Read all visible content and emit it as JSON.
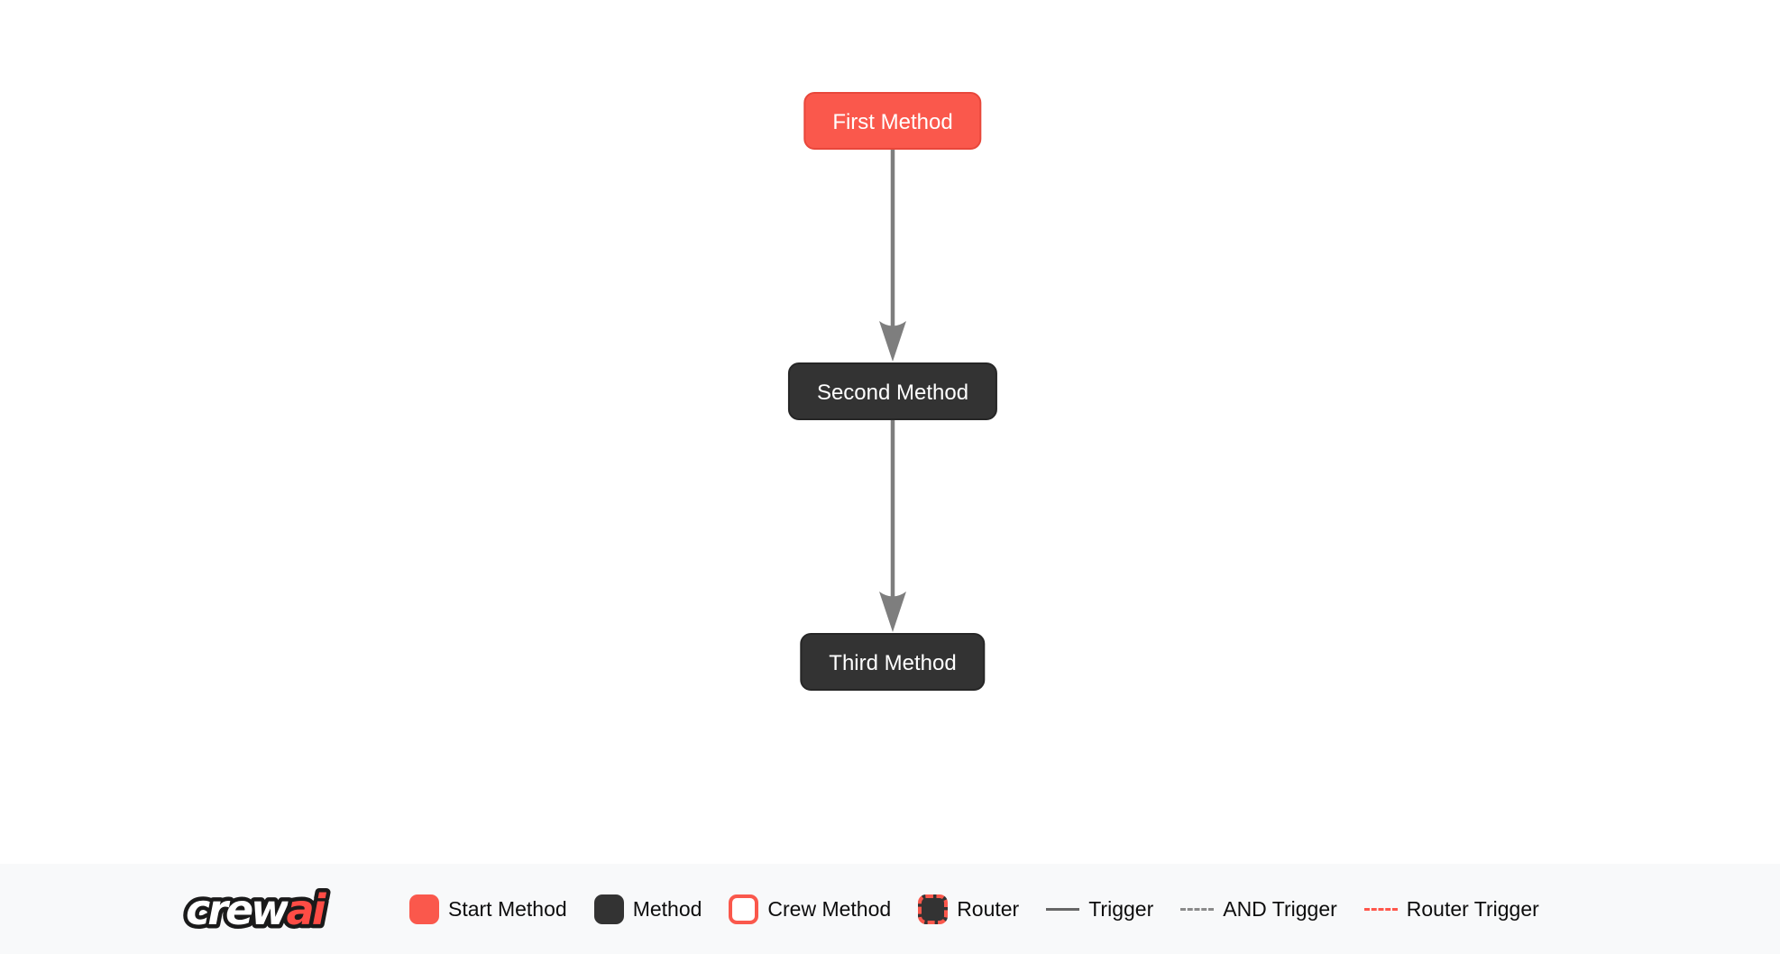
{
  "canvas": {
    "nodes": [
      {
        "id": "first_method",
        "label": "First Method",
        "type": "start"
      },
      {
        "id": "second_method",
        "label": "Second Method",
        "type": "method"
      },
      {
        "id": "third_method",
        "label": "Third Method",
        "type": "method"
      }
    ],
    "edges": [
      {
        "from": "first_method",
        "to": "second_method",
        "type": "trigger"
      },
      {
        "from": "second_method",
        "to": "third_method",
        "type": "trigger"
      }
    ]
  },
  "footer": {
    "logo": {
      "crew": "crew",
      "ai": "ai"
    },
    "legend": [
      {
        "label": "Start Method",
        "swatch": "start-method-square"
      },
      {
        "label": "Method",
        "swatch": "method-square"
      },
      {
        "label": "Crew Method",
        "swatch": "crew-method-square"
      },
      {
        "label": "Router",
        "swatch": "router-square"
      },
      {
        "label": "Trigger",
        "swatch": "trigger-solid-line"
      },
      {
        "label": "AND Trigger",
        "swatch": "and-trigger-dashed-line"
      },
      {
        "label": "Router Trigger",
        "swatch": "router-trigger-dashed-line"
      }
    ]
  },
  "colors": {
    "start_method_fill": "#FA584C",
    "start_method_border": "#E8473B",
    "method_fill": "#333333",
    "method_border": "#262626",
    "edge": "#7E7E7E",
    "legend_bg": "#F8F9FA",
    "trigger_line": "#666666",
    "and_trigger_line": "#8A8A8A",
    "router_trigger_line": "#FF564B",
    "logo_red": "#FF4C45",
    "canvas_bg": "#FFFFFF"
  }
}
